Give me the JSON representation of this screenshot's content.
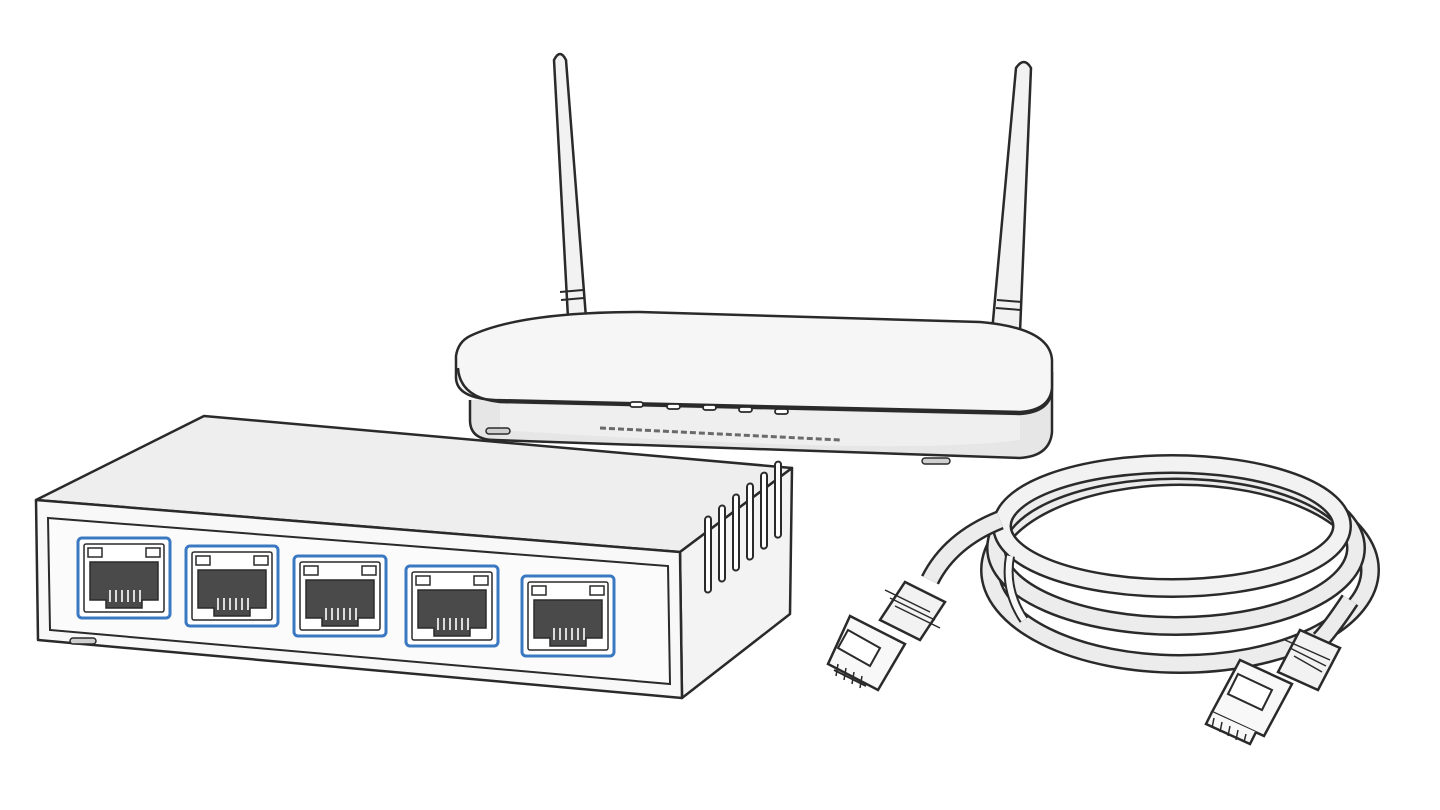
{
  "illustration": {
    "subjects": [
      "wireless-router",
      "network-switch",
      "ethernet-cable"
    ],
    "router": {
      "antenna_count": 2,
      "status_led_count": 5
    },
    "switch": {
      "port_count": 5,
      "vent_slot_count": 6
    },
    "cable": {
      "connector_count": 2
    },
    "colors": {
      "background": "#ffffff",
      "outline": "#2a2a2a",
      "body_light": "#f4f4f4",
      "body_shade": "#e4e4e4",
      "port_accent": "#3a78c2",
      "port_jack": "#4a4a4a",
      "cable": "#ececec"
    }
  }
}
